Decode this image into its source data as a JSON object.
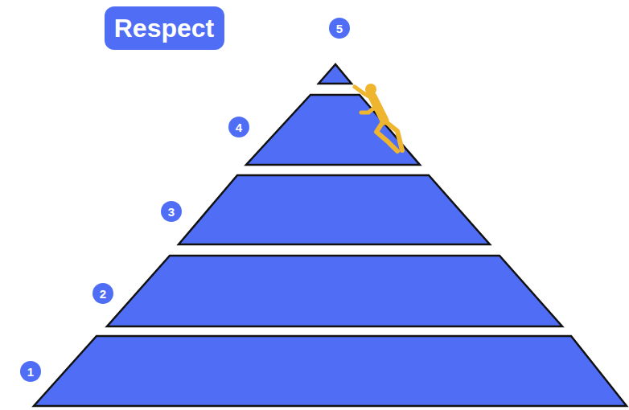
{
  "diagram": {
    "nodes": [
      {
        "text": [
          "Respect"
        ]
      },
      {
        "text": [
          "5"
        ]
      },
      {
        "text": [
          "4"
        ]
      },
      {
        "text": [
          "3"
        ]
      },
      {
        "text": [
          "2"
        ]
      },
      {
        "text": [
          "1"
        ]
      }
    ]
  }
}
